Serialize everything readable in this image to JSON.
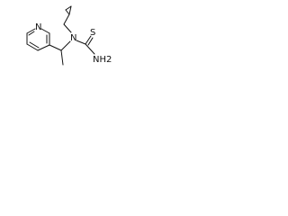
{
  "molecule": {
    "atoms": {
      "ring_nitrogen": "N",
      "amine_nitrogen": "N",
      "thio_sulfur": "S",
      "amide_group": "NH2"
    }
  },
  "colors": {
    "bond": "#111111",
    "background": "#ffffff"
  }
}
